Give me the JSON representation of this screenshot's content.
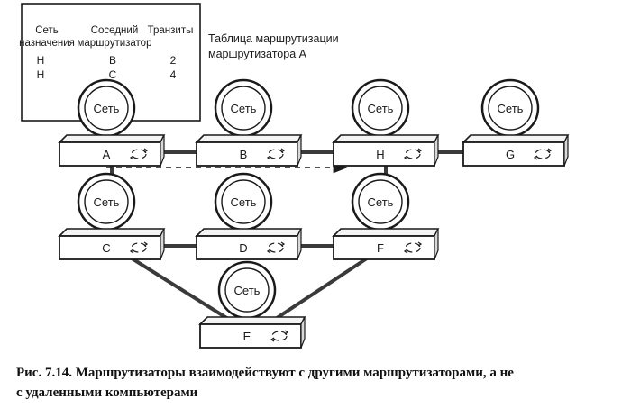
{
  "routing_table": {
    "headers": [
      [
        "Сеть",
        "назначения"
      ],
      [
        "Соседний",
        "маршрутизатор"
      ],
      [
        "Транзиты"
      ]
    ],
    "rows": [
      [
        "H",
        "B",
        "2"
      ],
      [
        "H",
        "C",
        "4"
      ]
    ]
  },
  "table_caption": [
    "Таблица маршрутизации",
    "маршрутизатора A"
  ],
  "network_label": "Сеть",
  "routers": [
    {
      "id": "A",
      "label": "A"
    },
    {
      "id": "B",
      "label": "B"
    },
    {
      "id": "H",
      "label": "H"
    },
    {
      "id": "G",
      "label": "G"
    },
    {
      "id": "C",
      "label": "C"
    },
    {
      "id": "D",
      "label": "D"
    },
    {
      "id": "F",
      "label": "F"
    },
    {
      "id": "E",
      "label": "E"
    }
  ],
  "links": [
    [
      "A",
      "B"
    ],
    [
      "B",
      "H"
    ],
    [
      "H",
      "G"
    ],
    [
      "C",
      "D"
    ],
    [
      "D",
      "F"
    ],
    [
      "A",
      "C"
    ],
    [
      "H",
      "F"
    ],
    [
      "C",
      "E"
    ],
    [
      "F",
      "E"
    ]
  ],
  "route_path": [
    "A",
    "H"
  ],
  "caption": {
    "line1": "Рис. 7.14.   Маршрутизаторы взаимодействуют с другими маршрутизаторами, а не",
    "line2": "с удаленными компьютерами"
  }
}
